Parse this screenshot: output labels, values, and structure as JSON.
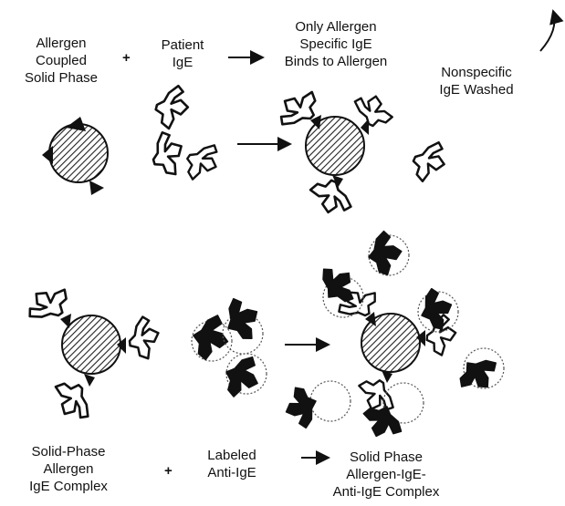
{
  "labels": {
    "top": {
      "allergen_solid_phase": "Allergen\nCoupled\nSolid Phase",
      "plus": "+",
      "patient_ige": "Patient\nIgE",
      "only_allergen_binds": "Only Allergen\nSpecific IgE\nBinds to Allergen",
      "nonspecific_washed": "Nonspecific\nIgE Washed"
    },
    "bottom": {
      "solid_phase_complex": "Solid-Phase\nAllergen\nIgE Complex",
      "plus": "+",
      "labeled_anti_ige": "Labeled\nAnti-IgE",
      "final_complex": "Solid Phase\nAllergen-IgE-\nAnti-IgE Complex"
    }
  },
  "colors": {
    "ink": "#111111",
    "background": "#ffffff",
    "hatch": "#222222"
  },
  "icons": {
    "solid_phase": "hatched-bead",
    "ige": "open-y-antibody",
    "anti_ige": "filled-y-antibody",
    "label": "dashed-halo"
  }
}
